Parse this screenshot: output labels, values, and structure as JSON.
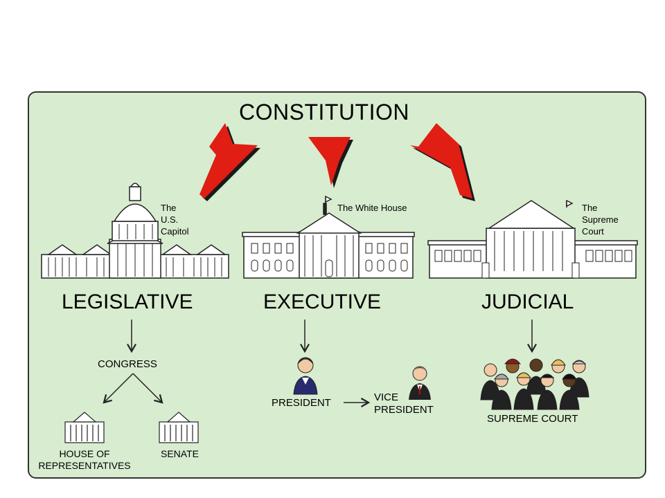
{
  "diagram": {
    "title": "CONSTITUTION",
    "colors": {
      "panel": "#d8ecd0",
      "arrow": "#e01e14",
      "arrow_shadow": "#1a1a1a",
      "building": "#ffffff",
      "outline": "#222222"
    },
    "branches": {
      "legislative": {
        "name": "LEGISLATIVE",
        "building_caption": [
          "The",
          "U.S.",
          "Capitol"
        ],
        "body": "CONGRESS",
        "chambers": [
          {
            "lines": [
              "HOUSE OF",
              "REPRESENTATIVES"
            ]
          },
          {
            "lines": [
              "SENATE"
            ]
          }
        ]
      },
      "executive": {
        "name": "EXECUTIVE",
        "building_caption": [
          "The White House"
        ],
        "leader": "PRESIDENT",
        "second": [
          "VICE",
          "PRESIDENT"
        ]
      },
      "judicial": {
        "name": "JUDICIAL",
        "building_caption": [
          "The",
          "Supreme",
          "Court"
        ],
        "body": "SUPREME COURT"
      }
    }
  }
}
